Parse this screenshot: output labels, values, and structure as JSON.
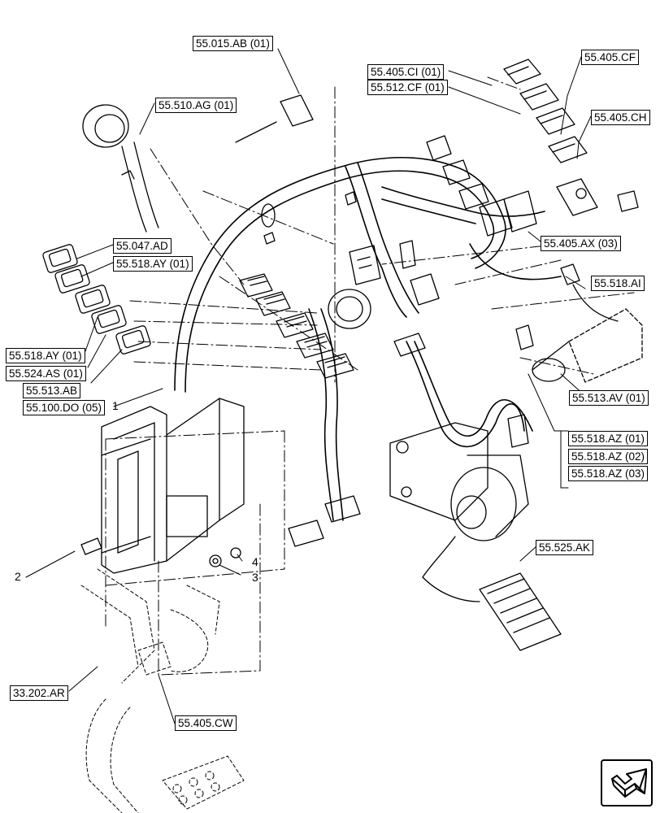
{
  "callouts": {
    "c_55_015_ab_01": "55.015.AB (01)",
    "c_55_510_ag_01": "55.510.AG (01)",
    "c_55_405_ci_01": "55.405.CI (01)",
    "c_55_512_cf_01": "55.512.CF (01)",
    "c_55_405_cf": "55.405.CF",
    "c_55_405_ch": "55.405.CH",
    "c_55_047_ad": "55.047.AD",
    "c_55_518_ay_01_top": "55.518.AY (01)",
    "c_55_405_ax_03": "55.405.AX (03)",
    "c_55_518_ai": "55.518.AI",
    "c_55_518_ay_01_left": "55.518.AY (01)",
    "c_55_524_as_01": "55.524.AS (01)",
    "c_55_513_ab": "55.513.AB",
    "c_55_100_do_05": "55.100.DO (05)",
    "c_55_513_av_01": "55.513.AV (01)",
    "c_55_518_az_01": "55.518.AZ (01)",
    "c_55_518_az_02": "55.518.AZ (02)",
    "c_55_518_az_03": "55.518.AZ (03)",
    "c_55_525_ak": "55.525.AK",
    "c_33_202_ar": "33.202.AR",
    "c_55_405_cw": "55.405.CW"
  },
  "item_numbers": {
    "n1": "1",
    "n2": "2",
    "n3": "3",
    "n4": "4"
  },
  "icons": {
    "navigation": "next-page-arrow-icon"
  }
}
